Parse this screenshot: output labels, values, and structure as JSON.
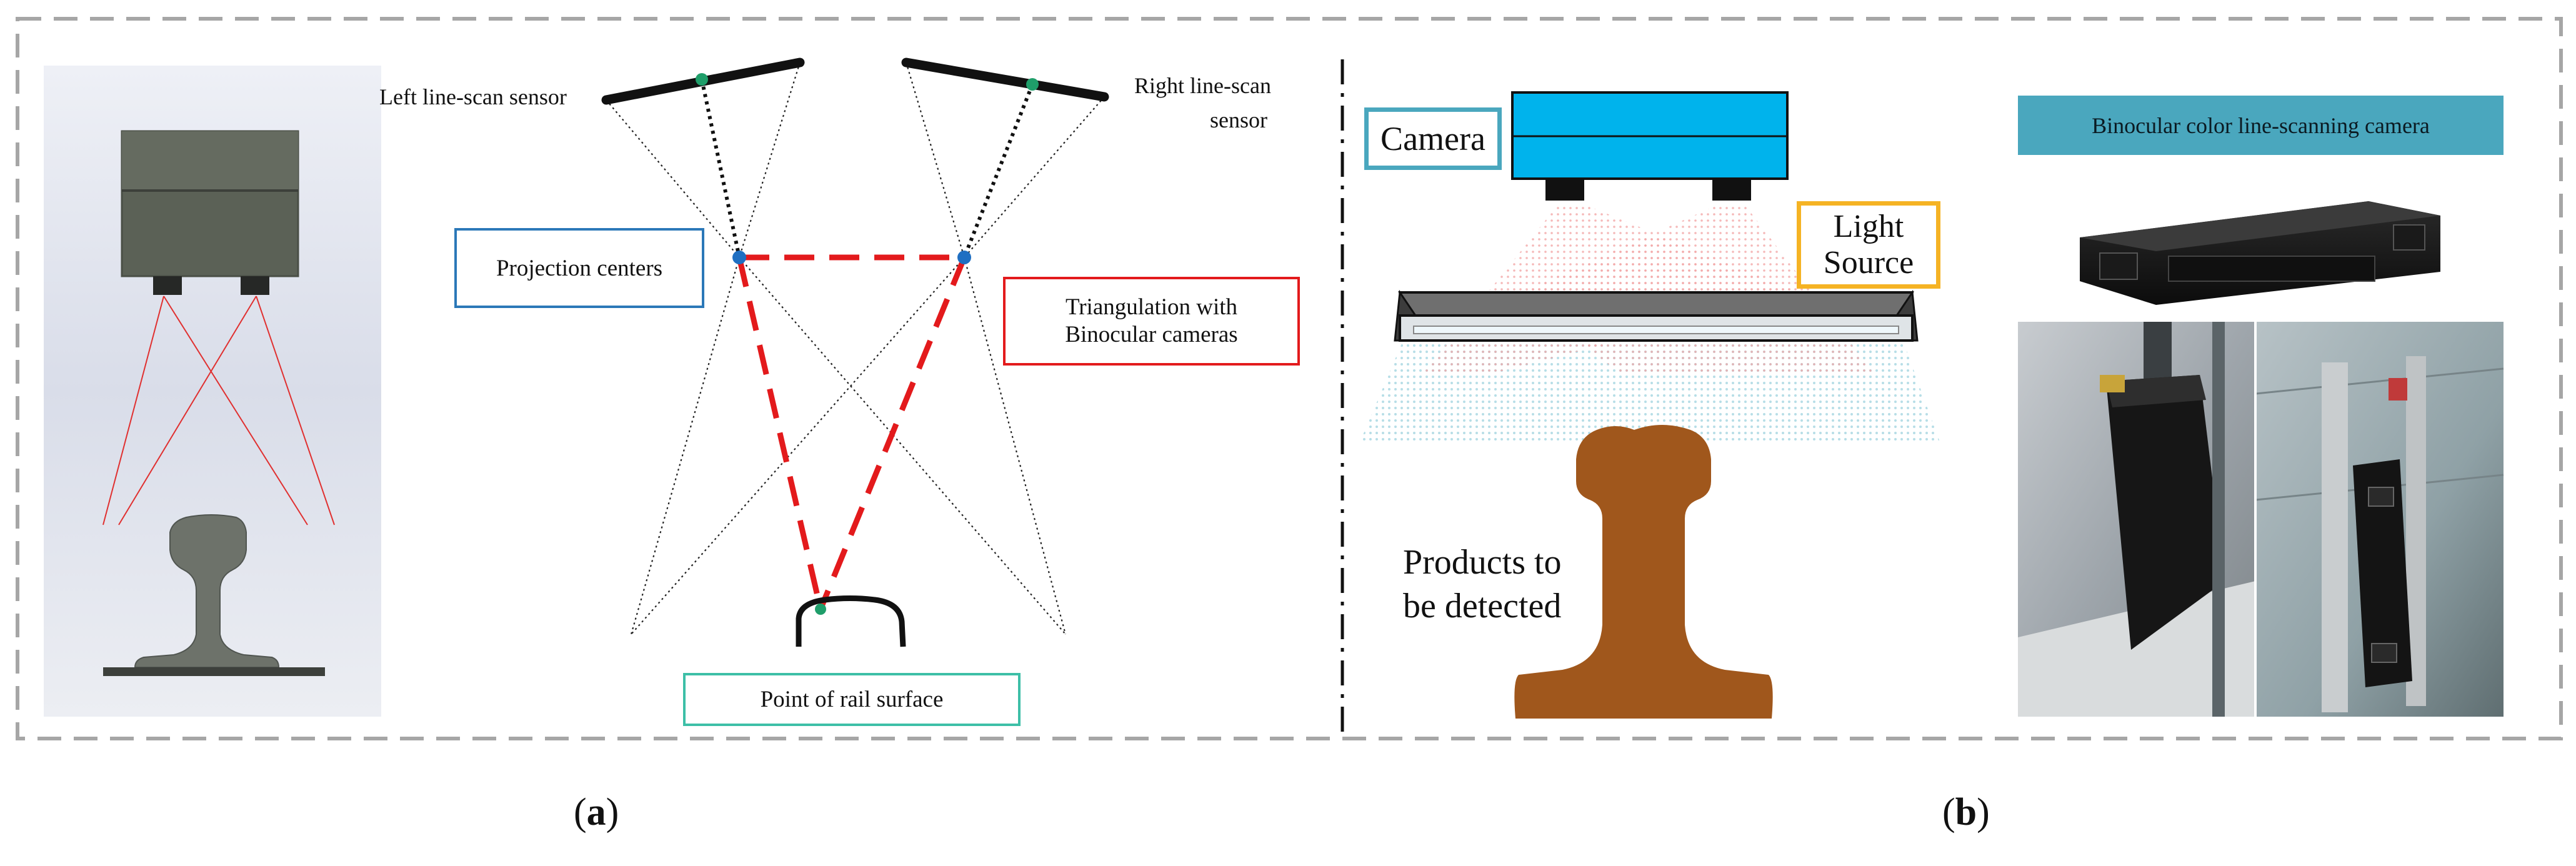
{
  "left_panel": {
    "sensor_left": "Left line-scan sensor",
    "sensor_right_line1": "Right line-scan",
    "sensor_right_line2": "sensor",
    "projection_centers": "Projection centers",
    "triangulation_line1": "Triangulation with",
    "triangulation_line2": "Binocular cameras",
    "point_of_rail": "Point of rail surface",
    "caption": "(a)"
  },
  "right_panel": {
    "camera": "Camera",
    "light_line1": "Light",
    "light_line2": "Source",
    "products_line1": "Products to",
    "products_line2": "be detected",
    "photo_title": "Binocular color line-scanning camera",
    "caption": "(b)"
  },
  "colors": {
    "dashed_border": "#a6a6a6",
    "triangulation_red": "#e31a1c",
    "projection_box": "#2b78b8",
    "triangulation_box": "#e31a1c",
    "point_box": "#3dbfa7",
    "camera_box": "#4aa7be",
    "camera_body": "#00b3ec",
    "light_box": "#f5b324",
    "rail_brown": "#a0571c",
    "photo_title_bg": "#4aa7be"
  }
}
